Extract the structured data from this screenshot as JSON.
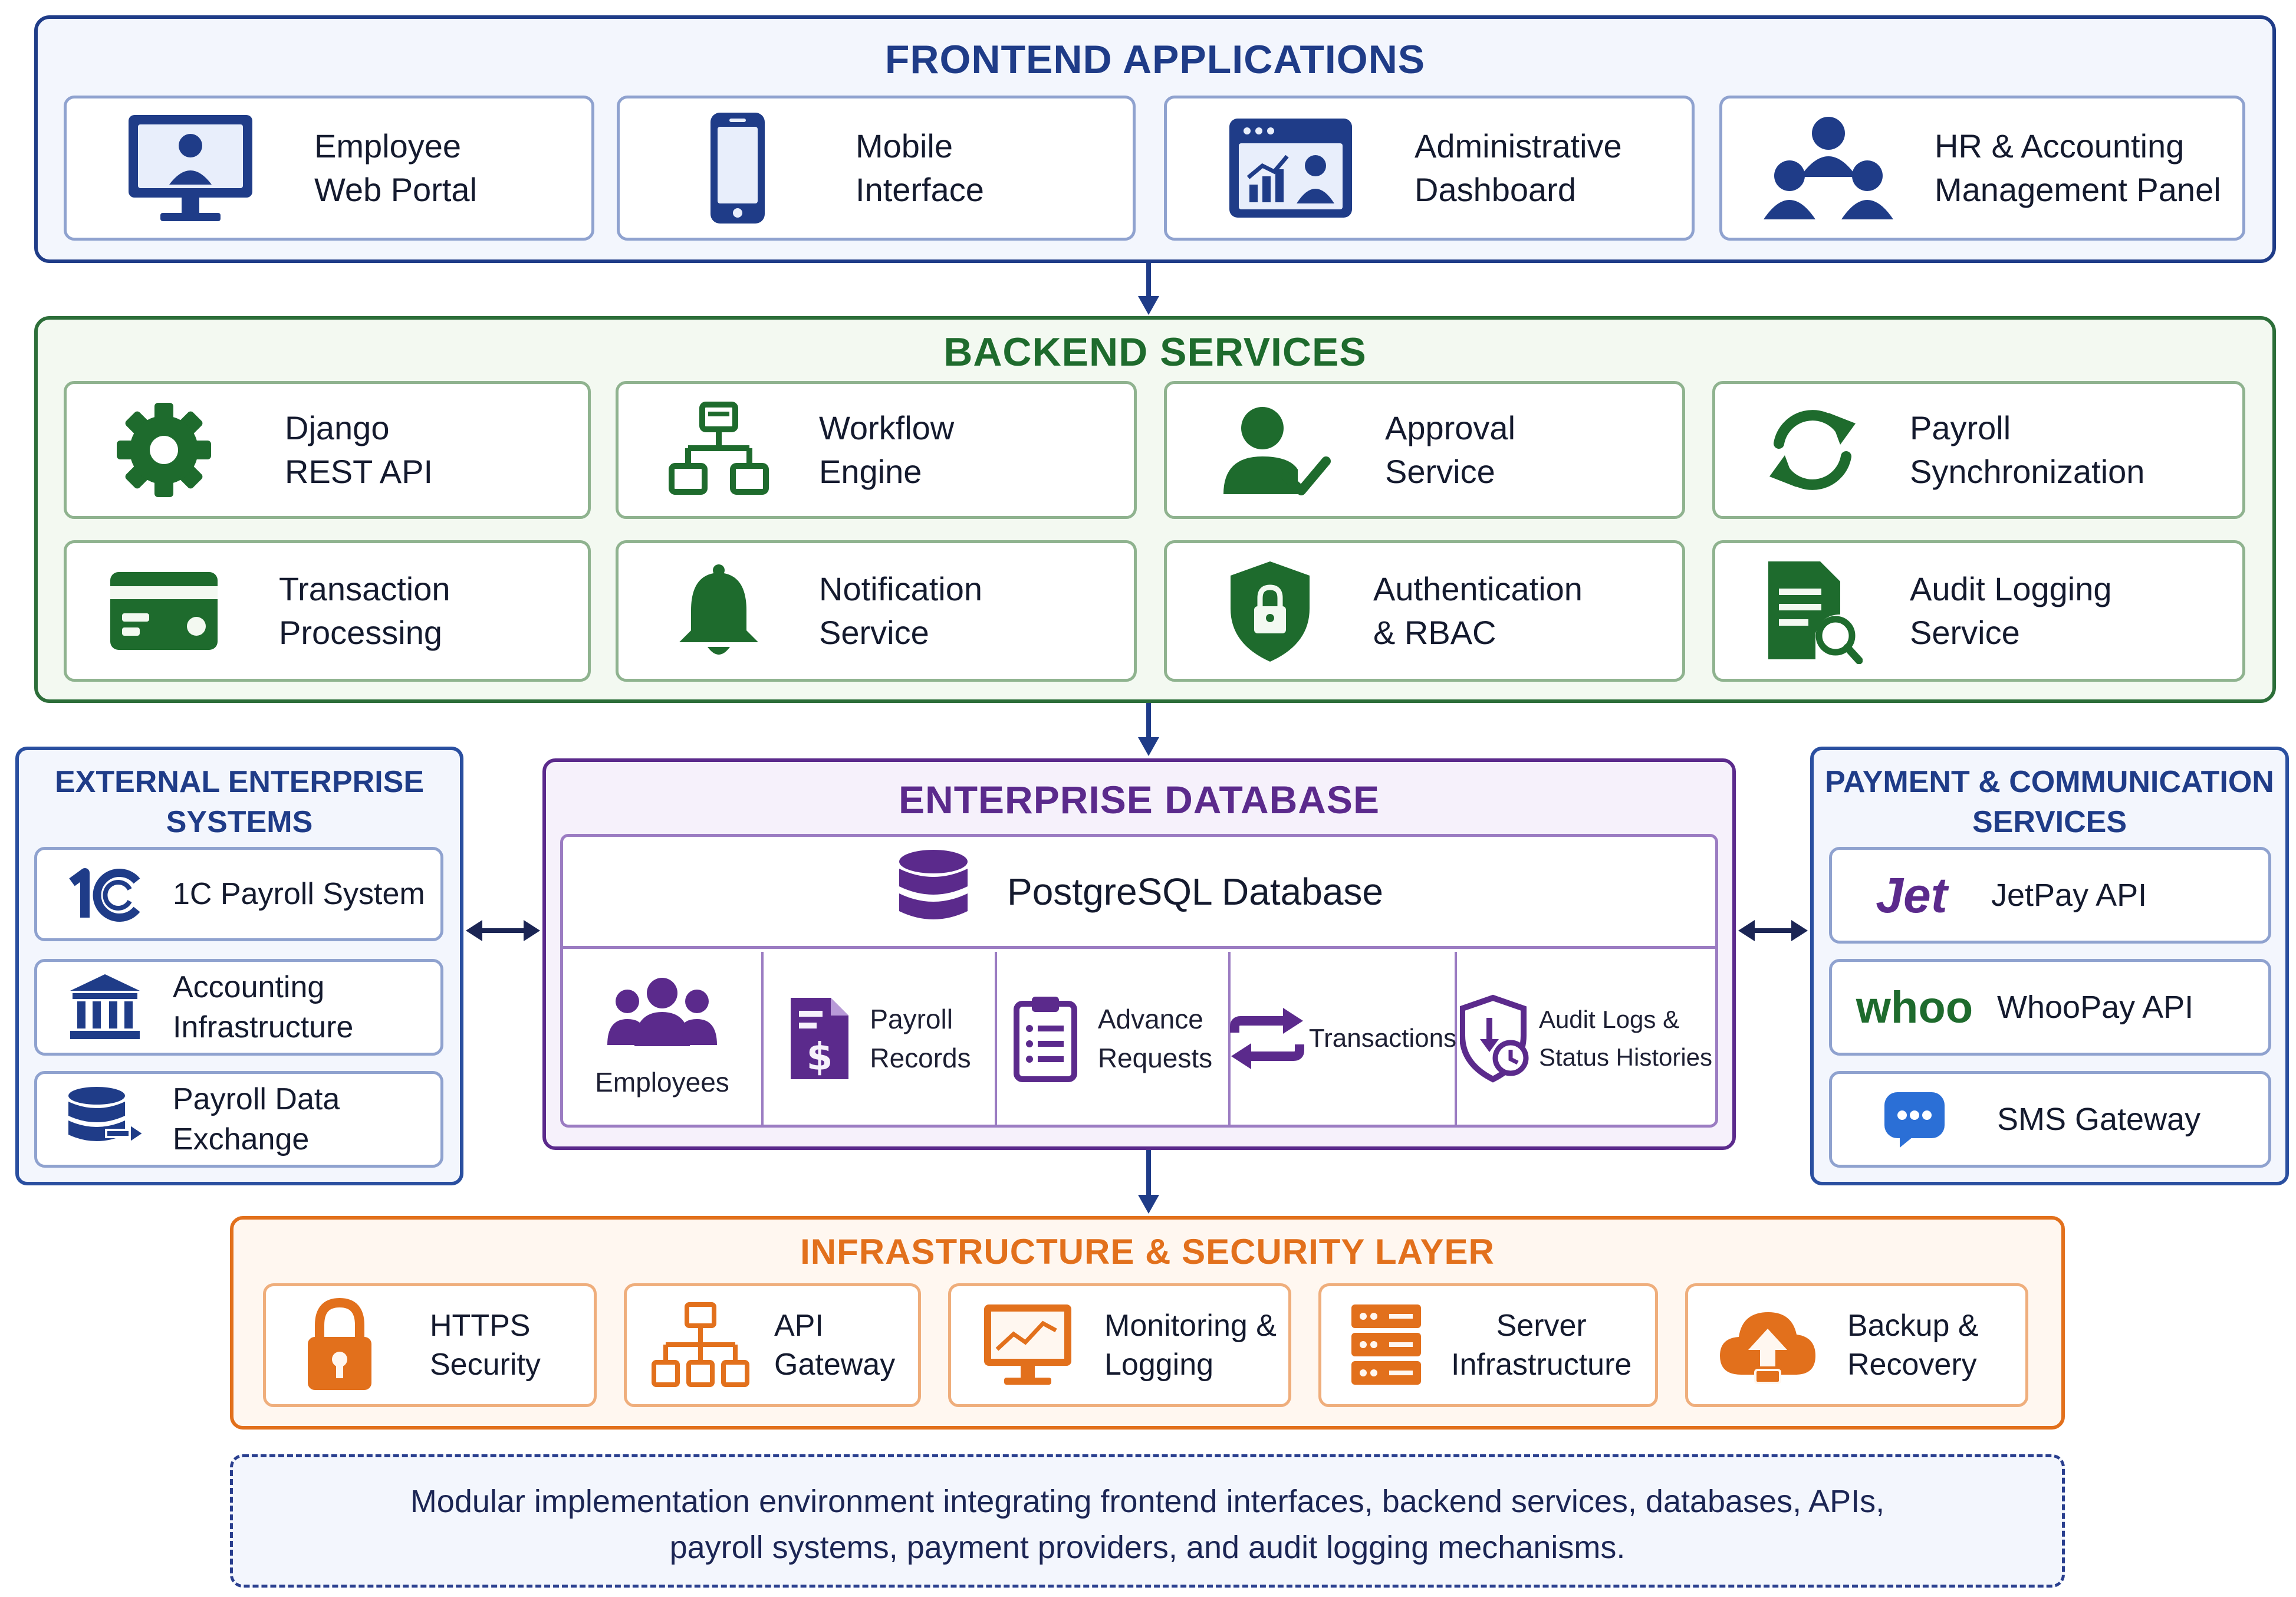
{
  "frontend": {
    "title": "FRONTEND APPLICATIONS",
    "items": [
      {
        "label": "Employee\nWeb Portal",
        "icon": "desktop-user-icon"
      },
      {
        "label": "Mobile\nInterface",
        "icon": "smartphone-icon"
      },
      {
        "label": "Administrative\nDashboard",
        "icon": "dashboard-icon"
      },
      {
        "label": "HR & Accounting\nManagement Panel",
        "icon": "team-icon"
      }
    ]
  },
  "backend": {
    "title": "BACKEND SERVICES",
    "items": [
      {
        "label": "Django\nREST API",
        "icon": "gear-icon"
      },
      {
        "label": "Workflow\nEngine",
        "icon": "workflow-icon"
      },
      {
        "label": "Approval\nService",
        "icon": "user-check-icon"
      },
      {
        "label": "Payroll\nSynchronization",
        "icon": "sync-icon"
      },
      {
        "label": "Transaction\nProcessing",
        "icon": "credit-card-icon"
      },
      {
        "label": "Notification\nService",
        "icon": "bell-icon"
      },
      {
        "label": "Authentication\n& RBAC",
        "icon": "shield-lock-icon"
      },
      {
        "label": "Audit Logging\nService",
        "icon": "document-search-icon"
      }
    ]
  },
  "external": {
    "title": "EXTERNAL ENTERPRISE\nSYSTEMS",
    "items": [
      {
        "label": "1C Payroll System",
        "icon": "1c-logo-icon"
      },
      {
        "label": "Accounting\nInfrastructure",
        "icon": "bank-icon"
      },
      {
        "label": "Payroll Data\nExchange",
        "icon": "database-exchange-icon"
      }
    ]
  },
  "database": {
    "title": "ENTERPRISE DATABASE",
    "main_label": "PostgreSQL Database",
    "tables": [
      {
        "label": "Employees",
        "icon": "people-icon"
      },
      {
        "label": "Payroll\nRecords",
        "icon": "payroll-document-icon"
      },
      {
        "label": "Advance\nRequests",
        "icon": "clipboard-icon"
      },
      {
        "label": "Transactions",
        "icon": "transfer-arrows-icon"
      },
      {
        "label": "Audit Logs &\nStatus Histories",
        "icon": "shield-clock-icon"
      }
    ]
  },
  "payment": {
    "title": "PAYMENT & COMMUNICATION\nSERVICES",
    "items": [
      {
        "label": "JetPay API",
        "logo": "Jet"
      },
      {
        "label": "WhooPay API",
        "logo": "whoo"
      },
      {
        "label": "SMS Gateway",
        "icon": "chat-bubble-icon"
      }
    ]
  },
  "infra": {
    "title": "INFRASTRUCTURE & SECURITY LAYER",
    "items": [
      {
        "label": "HTTPS\nSecurity",
        "icon": "padlock-icon"
      },
      {
        "label": "API\nGateway",
        "icon": "network-hierarchy-icon"
      },
      {
        "label": "Monitoring &\nLogging",
        "icon": "monitor-chart-icon"
      },
      {
        "label": "Server\nInfrastructure",
        "icon": "server-rack-icon"
      },
      {
        "label": "Backup &\nRecovery",
        "icon": "cloud-upload-icon"
      }
    ]
  },
  "note": {
    "text": "Modular implementation environment integrating frontend interfaces, backend services, databases, APIs,\npayroll systems, payment providers, and audit logging mechanisms."
  },
  "colors": {
    "frontend": "#1f3c88",
    "backend": "#1e6b2d",
    "database": "#5b2a8c",
    "infra": "#e2701c",
    "external": "#1f3c88",
    "note": "#2a3f8f"
  }
}
